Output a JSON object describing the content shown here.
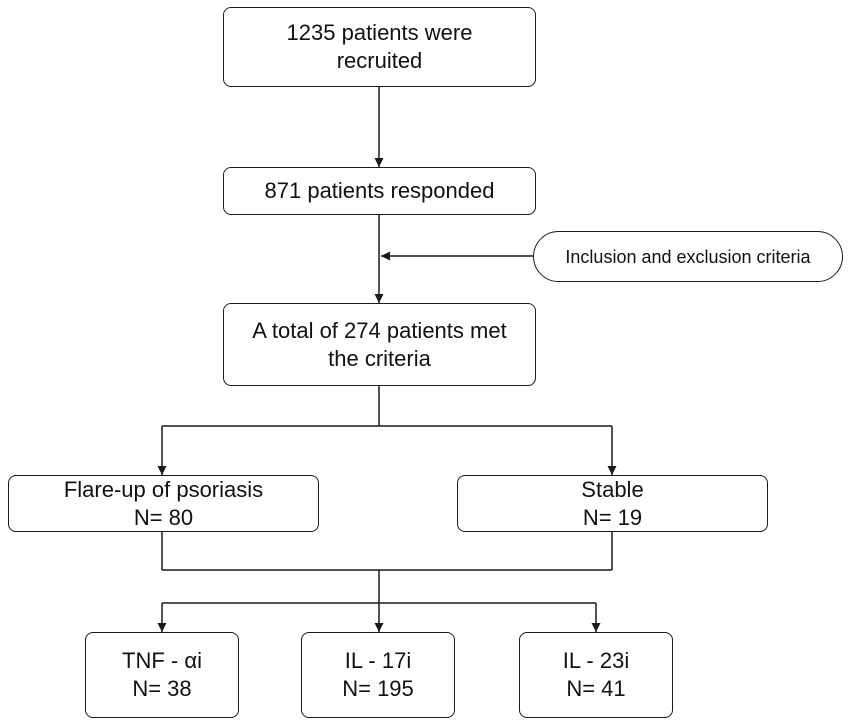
{
  "flowchart": {
    "recruited": {
      "line1": "1235 patients were",
      "line2": "recruited"
    },
    "responded": {
      "line1": "871 patients responded"
    },
    "criteria_note": {
      "line1": "Inclusion and exclusion criteria"
    },
    "met_criteria": {
      "line1": "A total of 274 patients met",
      "line2": "the criteria"
    },
    "flare_up": {
      "line1": "Flare-up of psoriasis",
      "line2": "N= 80"
    },
    "stable": {
      "line1": "Stable",
      "line2": "N= 19"
    },
    "tnf": {
      "line1": "TNF - αi",
      "line2": "N= 38"
    },
    "il17": {
      "line1": "IL - 17i",
      "line2": "N= 195"
    },
    "il23": {
      "line1": "IL - 23i",
      "line2": "N= 41"
    }
  },
  "colors": {
    "stroke": "#1a1a1a",
    "text": "#111111",
    "background": "#ffffff"
  }
}
